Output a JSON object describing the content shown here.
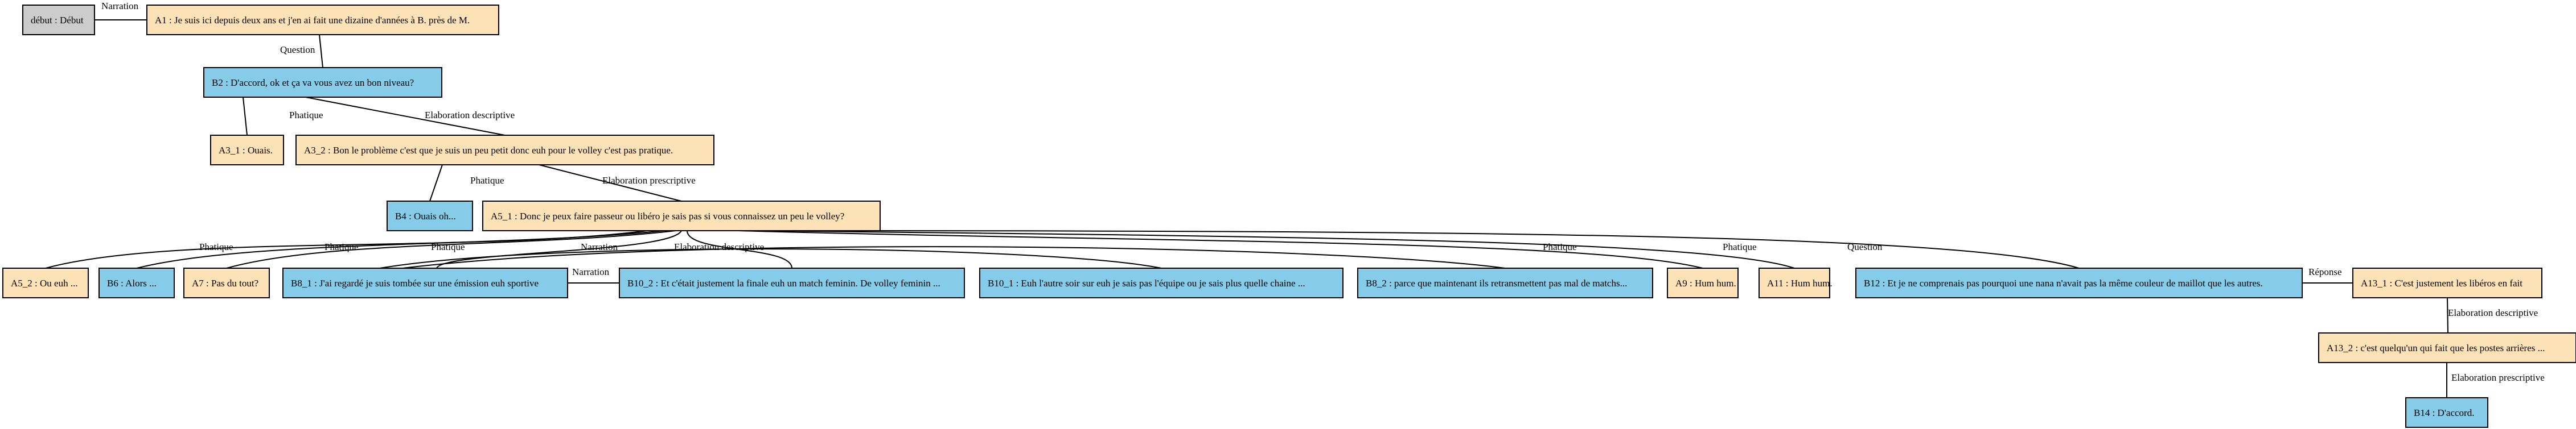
{
  "colors": {
    "start": "#cccccc",
    "speaker_a": "#fde2b8",
    "speaker_b": "#86cbe8"
  },
  "nodes": {
    "debut": {
      "label": "début : Début",
      "kind": "start"
    },
    "A1": {
      "label": "A1 : Je suis ici depuis deux ans et j'en ai fait une dizaine d'années à B. près de M.",
      "kind": "speaker_a"
    },
    "B2": {
      "label": "B2 : D'accord, ok et ça va vous avez un bon niveau?",
      "kind": "speaker_b"
    },
    "A3_1": {
      "label": "A3_1 : Ouais.",
      "kind": "speaker_a"
    },
    "A3_2": {
      "label": "A3_2 : Bon le problème c'est que je suis un peu petit donc euh pour le volley c'est pas pratique.",
      "kind": "speaker_a"
    },
    "B4": {
      "label": "B4 : Ouais oh...",
      "kind": "speaker_b"
    },
    "A5_1": {
      "label": "A5_1 : Donc je peux faire passeur ou libéro je sais pas si vous connaissez un peu le volley?",
      "kind": "speaker_a"
    },
    "A5_2": {
      "label": "A5_2 : Ou euh ...",
      "kind": "speaker_a"
    },
    "B6": {
      "label": "B6 : Alors ...",
      "kind": "speaker_b"
    },
    "A7": {
      "label": "A7 : Pas du tout?",
      "kind": "speaker_a"
    },
    "B8_1": {
      "label": "B8_1 : J'ai regardé je suis tombée sur une émission euh sportive",
      "kind": "speaker_b"
    },
    "B10_2": {
      "label": "B10_2 : Et c'était justement la finale euh un match feminin. De volley feminin ...",
      "kind": "speaker_b"
    },
    "B10_1": {
      "label": "B10_1 : Euh l'autre soir sur euh je sais pas l'équipe ou je sais plus quelle chaine ...",
      "kind": "speaker_b"
    },
    "B8_2": {
      "label": "B8_2 : parce que maintenant ils retransmettent pas mal de matchs...",
      "kind": "speaker_b"
    },
    "A9": {
      "label": "A9 : Hum hum.",
      "kind": "speaker_a"
    },
    "A11": {
      "label": "A11 : Hum hum.",
      "kind": "speaker_a"
    },
    "B12": {
      "label": "B12 : Et je ne comprenais pas pourquoi une nana n'avait pas la même couleur de maillot que les autres.",
      "kind": "speaker_b"
    },
    "A13_1": {
      "label": "A13_1 : C'est justement les libéros en fait",
      "kind": "speaker_a"
    },
    "A13_2": {
      "label": "A13_2 : c'est quelqu'un qui fait que les postes arrières ...",
      "kind": "speaker_a"
    },
    "B14": {
      "label": "B14 : D'accord.",
      "kind": "speaker_b"
    }
  },
  "edges": [
    {
      "label": "Narration"
    },
    {
      "label": "Question"
    },
    {
      "label": "Phatique"
    },
    {
      "label": "Elaboration descriptive"
    },
    {
      "label": "Phatique"
    },
    {
      "label": "Elaboration prescriptive"
    },
    {
      "label": "Phatique"
    },
    {
      "label": "Phatique"
    },
    {
      "label": "Phatique"
    },
    {
      "label": "Narration"
    },
    {
      "label": "Narration"
    },
    {
      "label": "Elaboration descriptive"
    },
    {
      "label": "Phatique"
    },
    {
      "label": "Phatique"
    },
    {
      "label": "Question"
    },
    {
      "label": "Réponse"
    },
    {
      "label": "Elaboration descriptive"
    },
    {
      "label": "Elaboration prescriptive"
    }
  ]
}
